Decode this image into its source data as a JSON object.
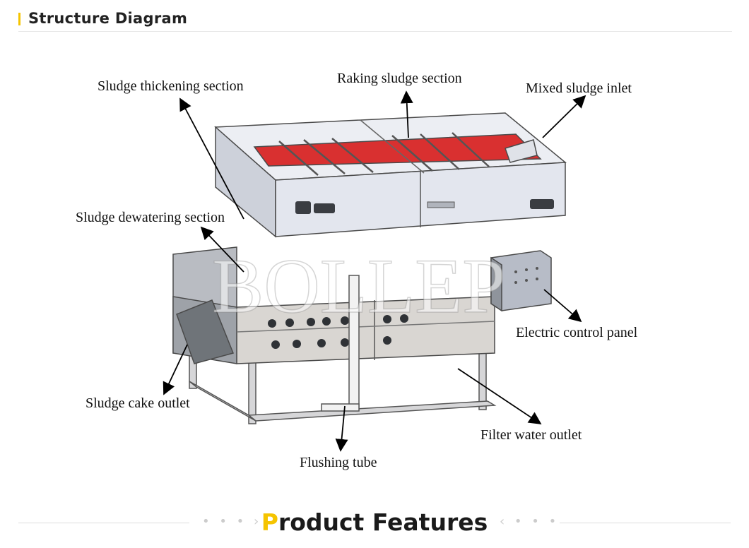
{
  "header": {
    "title": "Structure Diagram",
    "accent_color": "#f5c400"
  },
  "diagram": {
    "callouts": [
      {
        "id": "sludge-thickening-section",
        "label": "Sludge thickening section"
      },
      {
        "id": "raking-sludge-section",
        "label": "Raking  sludge section"
      },
      {
        "id": "mixed-sludge-inlet",
        "label": "Mixed  sludge inlet"
      },
      {
        "id": "sludge-dewatering-section",
        "label": "Sludge dewatering section"
      },
      {
        "id": "electric-control-panel",
        "label": "Electric control  panel"
      },
      {
        "id": "sludge-cake-outlet",
        "label": "Sludge cake outlet"
      },
      {
        "id": "filter-water-outlet",
        "label": "Filter water outlet"
      },
      {
        "id": "flushing-tube",
        "label": "Flushing tube"
      }
    ],
    "watermark": "BOLLEP",
    "machine_colors": {
      "frame": "#c9c9cc",
      "panel": "#e3e6ee",
      "belt": "#e52222",
      "outline": "#4a4a4a"
    }
  },
  "footer": {
    "title_first_letter": "P",
    "title_rest": "roduct Features",
    "left_dots": "• • • ›",
    "right_dots": "‹ • • •"
  }
}
